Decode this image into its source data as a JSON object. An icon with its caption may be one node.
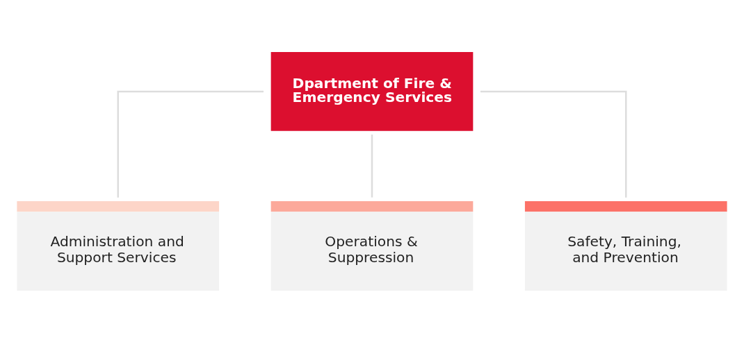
{
  "diagram": {
    "nodes": [
      {
        "text": [
          "Dpartment of Fire & Emergency Services"
        ]
      },
      {
        "text": [
          "Administration and Support Services"
        ]
      },
      {
        "text": [
          "Operations & Suppression"
        ]
      },
      {
        "text": [
          "Safety, Training, and Prevention"
        ]
      }
    ],
    "edges": [
      {
        "from": 0,
        "to": 1,
        "arrow": "none"
      },
      {
        "from": 0,
        "to": 2,
        "arrow": "none"
      },
      {
        "from": 0,
        "to": 3,
        "arrow": "none"
      }
    ]
  }
}
